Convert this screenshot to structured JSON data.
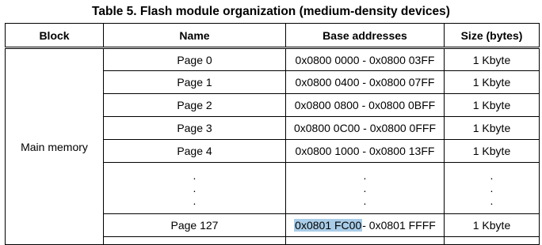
{
  "caption": "Table 5. Flash module organization (medium-density devices)",
  "headers": {
    "block": "Block",
    "name": "Name",
    "base": "Base addresses",
    "size": "Size (bytes)"
  },
  "block_label": "Main memory",
  "rows": [
    {
      "name": "Page 0",
      "addr_start": "0x0800 0000",
      "addr_sep": " - ",
      "addr_end": "0x0800 03FF",
      "size": "1 Kbyte"
    },
    {
      "name": "Page 1",
      "addr_start": "0x0800 0400",
      "addr_sep": " - ",
      "addr_end": "0x0800 07FF",
      "size": "1 Kbyte"
    },
    {
      "name": "Page 2",
      "addr_start": "0x0800 0800",
      "addr_sep": " - ",
      "addr_end": "0x0800 0BFF",
      "size": "1 Kbyte"
    },
    {
      "name": "Page 3",
      "addr_start": "0x0800 0C00",
      "addr_sep": " - ",
      "addr_end": "0x0800 0FFF",
      "size": "1 Kbyte"
    },
    {
      "name": "Page 4",
      "addr_start": "0x0800 1000",
      "addr_sep": " - ",
      "addr_end": "0x0800 13FF",
      "size": "1 Kbyte"
    }
  ],
  "ellipsis": ".",
  "last_row": {
    "name": "Page 127",
    "addr_start": "0x0801 FC00",
    "addr_sep": "- ",
    "addr_end": "0x0801 FFFF",
    "size": "1 Kbyte"
  },
  "colors": {
    "highlight": "#a9cde8"
  }
}
